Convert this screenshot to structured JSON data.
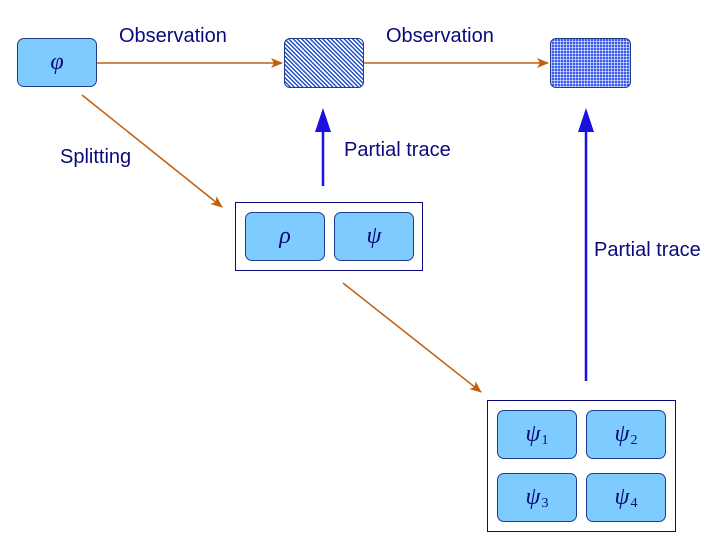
{
  "labels": {
    "observation_1": "Observation",
    "observation_2": "Observation",
    "splitting": "Splitting",
    "partial_trace_1": "Partial trace",
    "partial_trace_2": "Partial trace"
  },
  "nodes": {
    "phi": "φ",
    "rho": "ρ",
    "psi": "ψ",
    "psi1": "ψ",
    "psi1_sub": "1",
    "psi2": "ψ",
    "psi2_sub": "2",
    "psi3": "ψ",
    "psi3_sub": "3",
    "psi4": "ψ",
    "psi4_sub": "4"
  },
  "colors": {
    "node_fill": "#7ecbff",
    "node_border": "#1f3c88",
    "text": "#0a0a7a",
    "observation_arrow": "#c06010",
    "partial_trace_arrow": "#1a10e0"
  }
}
